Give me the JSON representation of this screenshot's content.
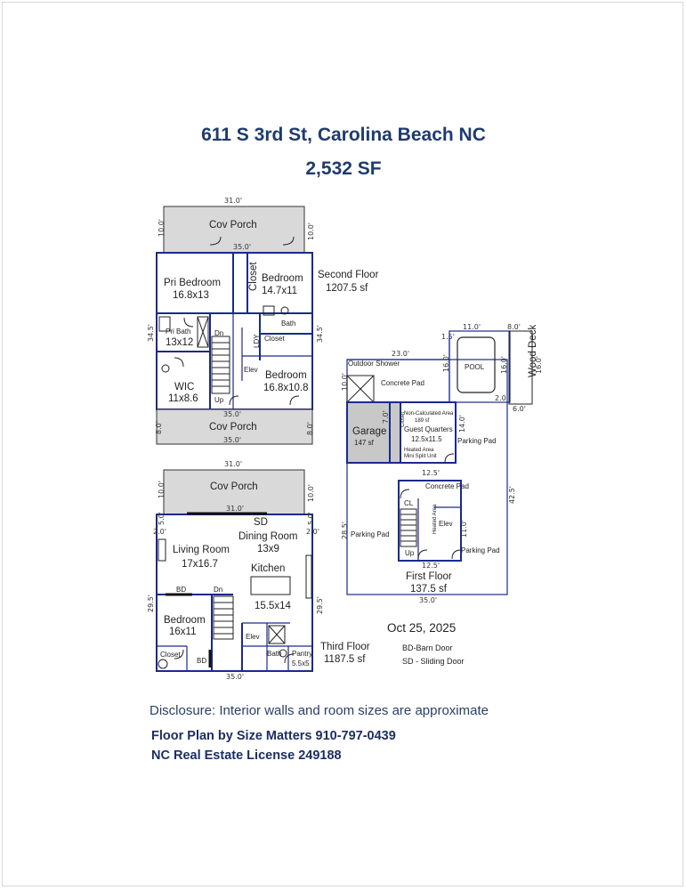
{
  "title": "611 S 3rd St, Carolina Beach NC",
  "area_total": "2,532 SF",
  "second_floor": {
    "label": "Second Floor",
    "area": "1207.5 sf",
    "dims": {
      "top": "31.0'",
      "porch_side": "10.0'",
      "inner_top": "35.0'",
      "left_side": "34.5'",
      "right_side": "34.5'",
      "bottom_inner": "35.0'",
      "bottom_porch_side": "8.0'",
      "bottom": "35.0'"
    },
    "rooms": {
      "cov_porch_top": "Cov Porch",
      "pri_bedroom": "Pri Bedroom",
      "pri_bedroom_size": "16.8x13",
      "closet": "Closet",
      "bedroom_a": "Bedroom",
      "bedroom_a_size": "14.7x11",
      "bath": "Bath",
      "pri_bath": "Pri Bath",
      "pri_bath_size": "13x12",
      "dn": "Dn",
      "ldy": "LDY",
      "closet_small": "Closet",
      "elev": "Elev",
      "bedroom_b": "Bedroom",
      "bedroom_b_size": "16.8x10.8",
      "wic": "WIC",
      "wic_size": "11x8.6",
      "up": "Up",
      "cov_porch_bottom": "Cov Porch"
    }
  },
  "third_floor": {
    "label": "Third Floor",
    "area": "1187.5 sf",
    "dims": {
      "top": "31.0'",
      "porch_side": "10.0'",
      "porch_bottom": "31.0'",
      "left_small": "5.0'",
      "left_small2": "2.0'",
      "right_small": "5.0'",
      "right_small2": "2.0'",
      "left_side": "29.5'",
      "right_side": "29.5'",
      "bottom": "35.0'"
    },
    "rooms": {
      "cov_porch": "Cov Porch",
      "sd": "SD",
      "dining_room": "Dining Room",
      "dining_size": "13x9",
      "living_room": "Living Room",
      "living_size": "17x16.7",
      "kitchen": "Kitchen",
      "kitchen_size": "15.5x14",
      "bd_top": "BD",
      "dn": "Dn",
      "bedroom": "Bedroom",
      "bedroom_size": "16x11",
      "elev": "Elev",
      "closet": "Closet",
      "bd_bottom": "BD",
      "bath": "Bath",
      "pantry": "Pantry",
      "pantry_size": "5.5x5"
    }
  },
  "first_floor": {
    "label": "First Floor",
    "area": "137.5 sf",
    "dims": {
      "pool_top": "11.0'",
      "deck_top": "8.0'",
      "pool_left": "1.5'",
      "width_top": "23.0'",
      "outdoor_side": "10.0'",
      "concrete_side": "16.0'",
      "pool_right": "16.0'",
      "deck_left": "16.0'",
      "deck_right": "16.0'",
      "pool_bottom": "2.0'",
      "deck_bottom": "6.0'",
      "closet_w": "7.0'",
      "gq_side": "14.0'",
      "gq_bottom": "12.5'",
      "right_side": "42.5'",
      "left_side": "28.5'",
      "elev_side": "11.0'",
      "core_bottom": "12.5'",
      "bottom": "35.0'"
    },
    "rooms": {
      "outdoor_shower": "Outdoor Shower",
      "concrete_pad_top": "Concrete Pad",
      "pool": "POOL",
      "wood_deck": "Wood Deck",
      "garage": "Garage",
      "garage_area": "147 sf",
      "closet": "Closet",
      "non_calc": "Non-Calculated Area",
      "non_calc_area": "189 sf",
      "guest_quarters": "Guest Quarters",
      "guest_size": "12.5x11.5",
      "heated_area": "Heated Area",
      "mini_split": "Mini Split Unit",
      "parking_pad_right": "Parking Pad",
      "concrete_pad_mid": "Concrete Pad",
      "cl": "CL",
      "heated_area_v": "Heated Area",
      "elev": "Elev",
      "parking_pad_left": "Parking Pad",
      "parking_pad_right2": "Parking Pad",
      "up": "Up"
    }
  },
  "date": "Oct 25, 2025",
  "legend": {
    "bd": "BD-Barn Door",
    "sd": "SD - Sliding Door"
  },
  "disclosure": "Disclosure: Interior walls and room sizes are approximate",
  "credit_line1": "Floor Plan by Size Matters 910-797-0439",
  "credit_line2": "NC Real Estate License 249188",
  "colors": {
    "wall": "#1a2a8a",
    "porch_fill": "#d9d9d9",
    "garage_fill": "#c8c8c8",
    "title": "#1f3b6e",
    "dim": "#222222"
  }
}
